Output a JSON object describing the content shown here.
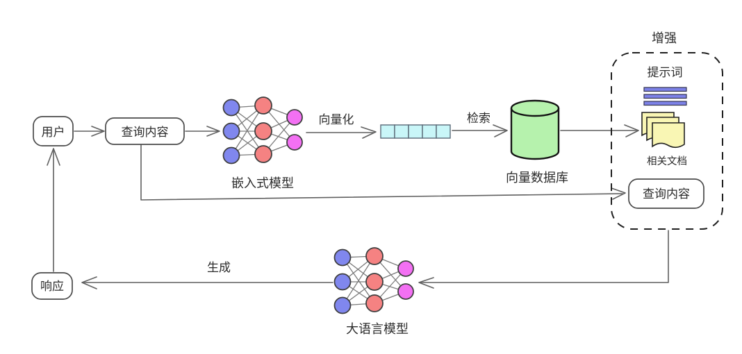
{
  "diagram": {
    "boxes": {
      "user": "用户",
      "query_top": "查询内容",
      "query_augmented": "查询内容",
      "response": "响应"
    },
    "labels": {
      "embedding_model": "嵌入式模型",
      "vectorize": "向量化",
      "retrieve": "检索",
      "vector_database": "向量数据库",
      "augment": "增强",
      "prompt": "提示词",
      "related_docs": "相关文档",
      "llm": "大语言模型",
      "generate": "生成"
    },
    "colors": {
      "node_blue": "#8087ee",
      "node_red": "#f58282",
      "node_magenta": "#f370f3",
      "vector_cell": "#c9f6f8",
      "database_green": "#b6f2ad",
      "document_yellow": "#f9f6b4",
      "prompt_bar": "#7d82e8",
      "box_fill": "#ffffff"
    }
  }
}
